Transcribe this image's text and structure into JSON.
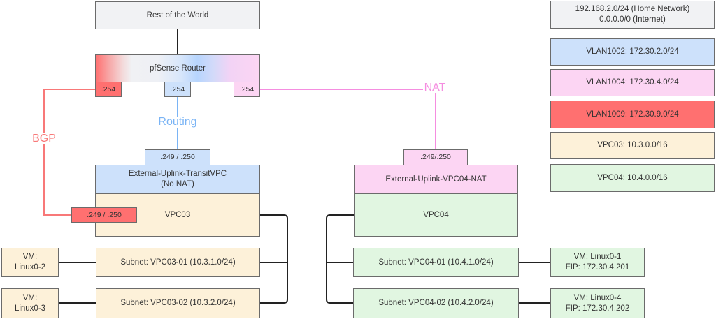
{
  "colors": {
    "gray": "#f1f2f4",
    "blue": "#cde1fb",
    "pink": "#fcd5f3",
    "red": "#ff7070",
    "cream": "#fdf1d9",
    "green": "#e1f6e1",
    "bgp_line": "#f87878",
    "routing_line": "#7ab4f5",
    "nat_line": "#f58de0"
  },
  "internet": {
    "label": "Rest of the World"
  },
  "router": {
    "label": "pfSense Router",
    "ports": [
      ".254",
      ".254",
      ".254"
    ]
  },
  "edges": {
    "bgp": "BGP",
    "routing": "Routing",
    "nat": "NAT"
  },
  "vpc03": {
    "uplink_port": ".249 / .250",
    "uplink_line1": "External-Uplink-TransitVPC",
    "uplink_line2": "(No NAT)",
    "label": "VPC03",
    "bgp_port": ".249 / .250",
    "subnets": [
      {
        "label": "Subnet: VPC03-01 (10.3.1.0/24)",
        "vm_line1": "VM:",
        "vm_line2": "Linux0-2"
      },
      {
        "label": "Subnet: VPC03-02 (10.3.2.0/24)",
        "vm_line1": "VM:",
        "vm_line2": "Linux0-3"
      }
    ]
  },
  "vpc04": {
    "uplink_port": ".249/.250",
    "uplink_label": "External-Uplink-VPC04-NAT",
    "label": "VPC04",
    "subnets": [
      {
        "label": "Subnet: VPC04-01 (10.4.1.0/24)",
        "vm_line1": "VM: Linux0-1",
        "vm_line2": "FIP: 172.30.4.201"
      },
      {
        "label": "Subnet: VPC04-02 (10.4.2.0/24)",
        "vm_line1": "VM: Linux0-4",
        "vm_line2": "FIP: 172.30.4.202"
      }
    ]
  },
  "legend": [
    {
      "line1": "192.168.2.0/24 (Home Network)",
      "line2": "0.0.0.0/0 (Internet)",
      "color": "gray"
    },
    {
      "line1": "VLAN1002: 172.30.2.0/24",
      "color": "blue"
    },
    {
      "line1": "VLAN1004: 172.30.4.0/24",
      "color": "pink"
    },
    {
      "line1": "VLAN1009: 172.30.9.0/24",
      "color": "red"
    },
    {
      "line1": "VPC03: 10.3.0.0/16",
      "color": "cream"
    },
    {
      "line1": "VPC04: 10.4.0.0/16",
      "color": "green"
    }
  ]
}
